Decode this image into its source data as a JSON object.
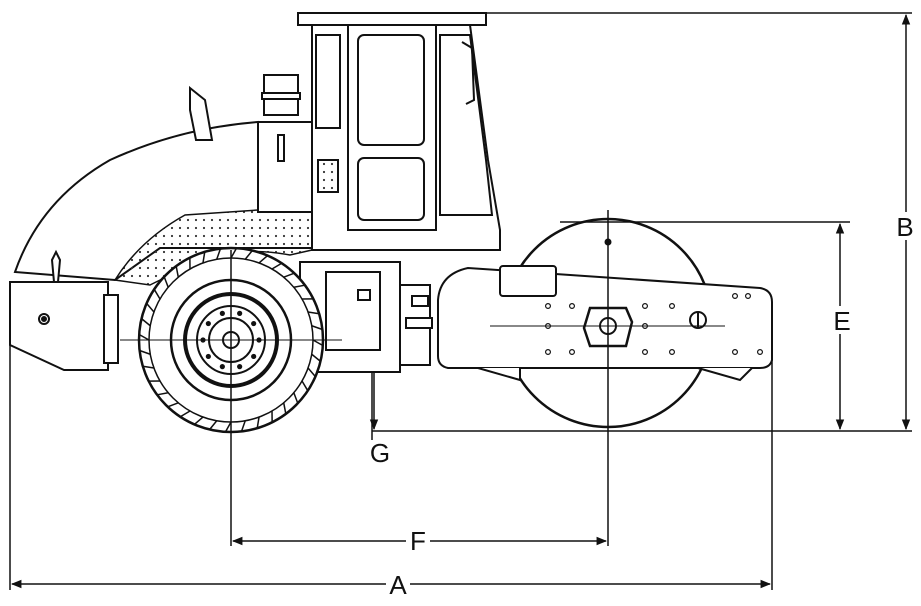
{
  "diagram": {
    "labels": {
      "A": "A",
      "B": "B",
      "E": "E",
      "F": "F",
      "G": "G"
    }
  }
}
